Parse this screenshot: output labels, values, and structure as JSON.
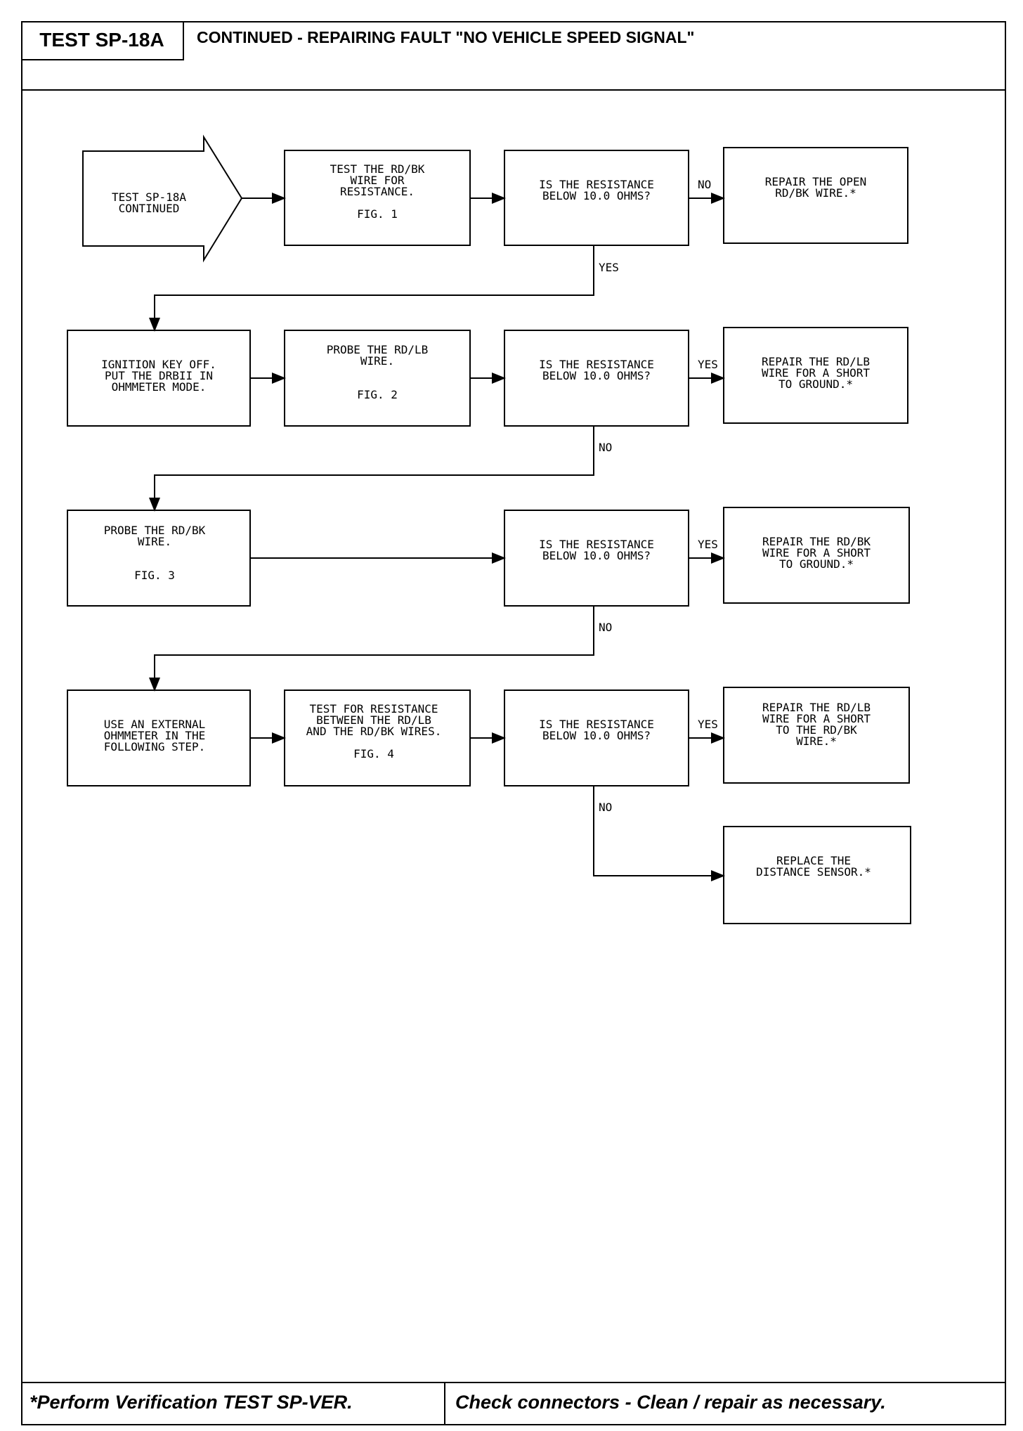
{
  "header": {
    "test_id": "TEST SP-18A",
    "title": "CONTINUED - REPAIRING FAULT \"NO VEHICLE SPEED SIGNAL\""
  },
  "footer": {
    "left": "*Perform Verification TEST SP-VER.",
    "right": "Check connectors - Clean / repair as necessary."
  },
  "flowchart": {
    "start": [
      "TEST SP-18A",
      "CONTINUED"
    ],
    "step1": [
      "TEST THE RD/BK",
      "WIRE FOR",
      "RESISTANCE.",
      "",
      "FIG. 1"
    ],
    "q1": [
      "IS THE RESISTANCE",
      "BELOW 10.0 OHMS?"
    ],
    "q1_no": "NO",
    "r1": [
      "REPAIR THE OPEN",
      "RD/BK WIRE.*"
    ],
    "q1_yes": "YES",
    "step2a": [
      "IGNITION KEY OFF.",
      "PUT THE DRBII IN",
      "OHMMETER MODE."
    ],
    "step2b": [
      "PROBE THE RD/LB",
      "WIRE.",
      "",
      "",
      "FIG. 2"
    ],
    "q2": [
      "IS THE RESISTANCE",
      "BELOW 10.0 OHMS?"
    ],
    "q2_yes": "YES",
    "r2": [
      "REPAIR THE RD/LB",
      "WIRE FOR A SHORT",
      "TO GROUND.*"
    ],
    "q2_no": "NO",
    "step3": [
      "PROBE THE RD/BK",
      "WIRE.",
      "",
      "",
      "FIG. 3"
    ],
    "q3": [
      "IS THE RESISTANCE",
      "BELOW 10.0 OHMS?"
    ],
    "q3_yes": "YES",
    "r3": [
      "REPAIR THE RD/BK",
      "WIRE FOR A SHORT",
      "TO GROUND.*"
    ],
    "q3_no": "NO",
    "step4a": [
      "USE AN EXTERNAL",
      "OHMMETER IN THE",
      "FOLLOWING STEP."
    ],
    "step4b": [
      "TEST FOR RESISTANCE",
      "BETWEEN THE RD/LB",
      "AND THE RD/BK WIRES.",
      "",
      "FIG. 4"
    ],
    "q4": [
      "IS THE RESISTANCE",
      "BELOW 10.0 OHMS?"
    ],
    "q4_yes": "YES",
    "r4": [
      "REPAIR THE RD/LB",
      "WIRE FOR A SHORT",
      "TO THE RD/BK",
      "WIRE.*"
    ],
    "q4_no": "NO",
    "r5": [
      "REPLACE THE",
      "DISTANCE SENSOR.*"
    ]
  }
}
